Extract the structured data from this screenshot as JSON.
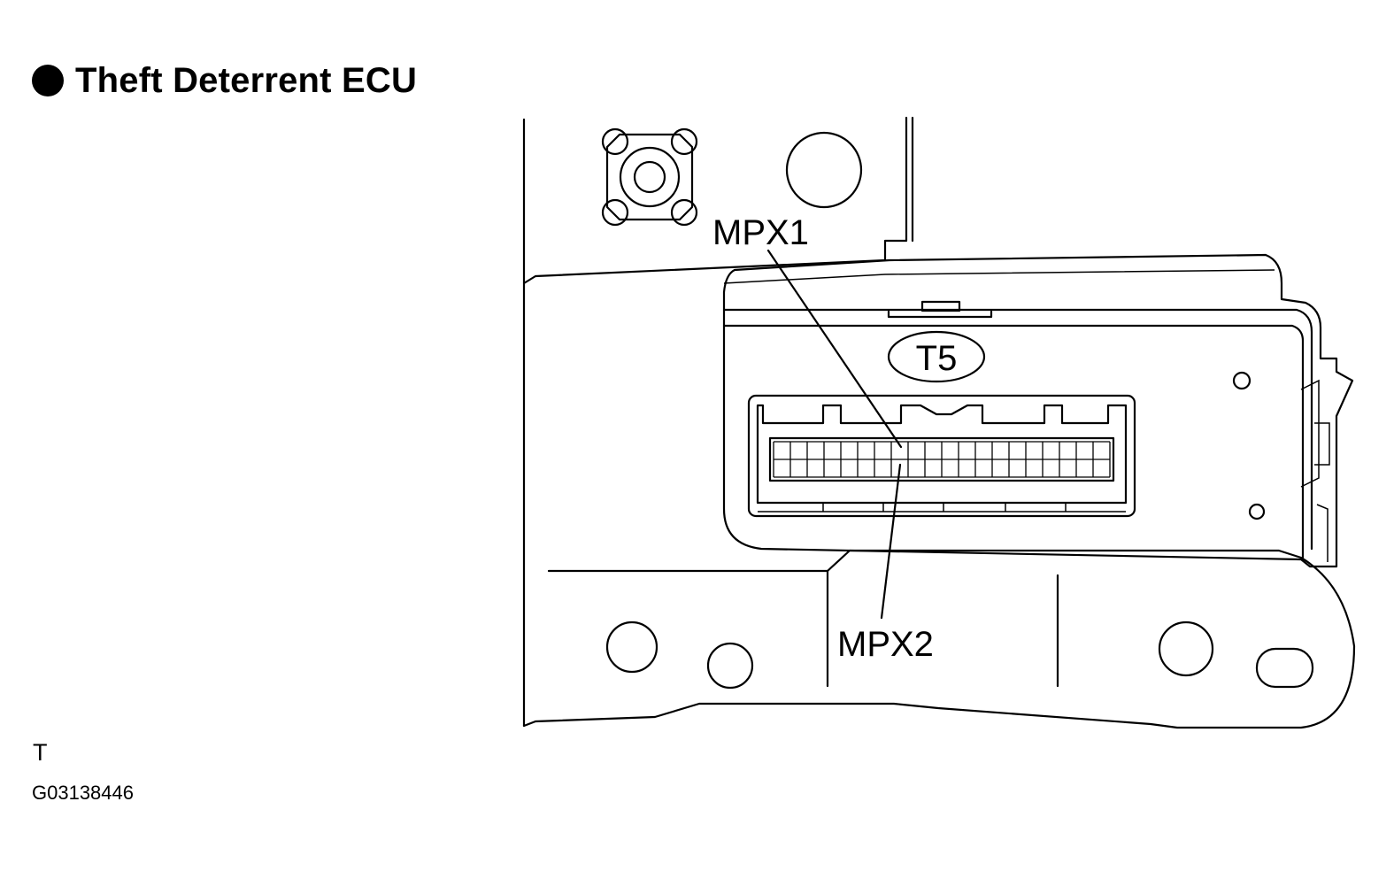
{
  "title": "Theft Deterrent ECU",
  "labels": {
    "connector": "T5",
    "pin_upper": "MPX1",
    "pin_lower": "MPX2"
  },
  "footer": {
    "view_letter": "T",
    "figure_code": "G03138446"
  }
}
